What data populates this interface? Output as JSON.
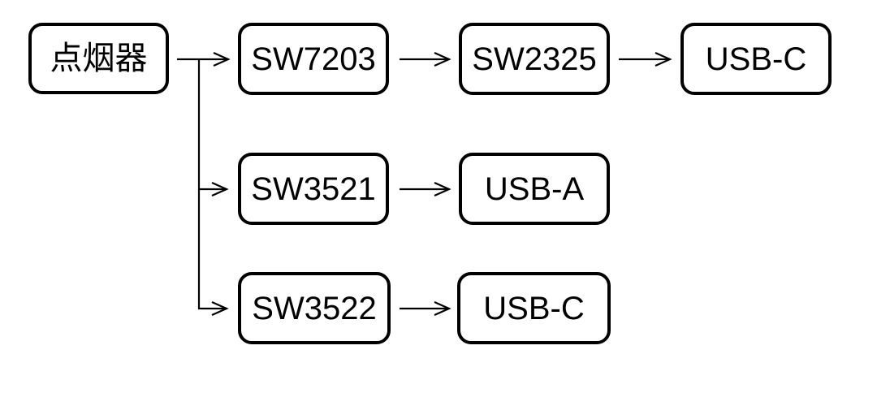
{
  "diagram": {
    "background_color": "#ffffff",
    "stroke_color": "#000000",
    "nodes": {
      "lighter": {
        "label": "点烟器"
      },
      "sw7203": {
        "label": "SW7203"
      },
      "sw2325": {
        "label": "SW2325"
      },
      "usbc_top": {
        "label": "USB-C"
      },
      "sw3521": {
        "label": "SW3521"
      },
      "usba": {
        "label": "USB-A"
      },
      "sw3522": {
        "label": "SW3522"
      },
      "usbc_bottom": {
        "label": "USB-C"
      }
    },
    "edges": [
      {
        "from": "点烟器",
        "to": "SW7203"
      },
      {
        "from": "SW7203",
        "to": "SW2325"
      },
      {
        "from": "SW2325",
        "to": "USB-C"
      },
      {
        "from": "点烟器",
        "to": "SW3521"
      },
      {
        "from": "SW3521",
        "to": "USB-A"
      },
      {
        "from": "点烟器",
        "to": "SW3522"
      },
      {
        "from": "SW3522",
        "to": "USB-C"
      }
    ]
  }
}
